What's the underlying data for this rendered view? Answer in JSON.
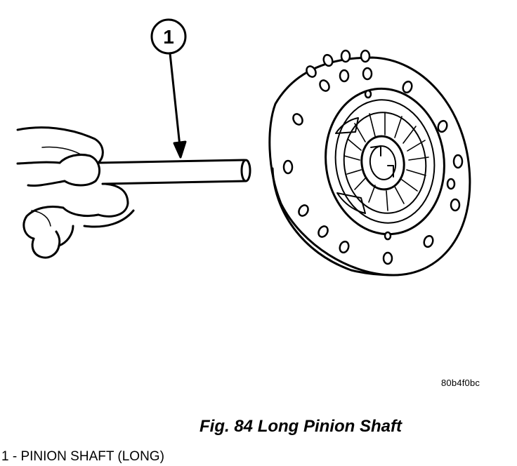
{
  "figure": {
    "callout_number": "1",
    "image_code": "80b4f0bc",
    "caption": "Fig. 84 Long Pinion Shaft",
    "legend": [
      {
        "text": "1 - PINION SHAFT (LONG)"
      }
    ]
  },
  "colors": {
    "ink": "#000000",
    "paper": "#ffffff"
  },
  "icons": [
    "hand-illustration",
    "pinion-shaft-illustration",
    "differential-case-illustration",
    "callout-arrow-icon"
  ]
}
